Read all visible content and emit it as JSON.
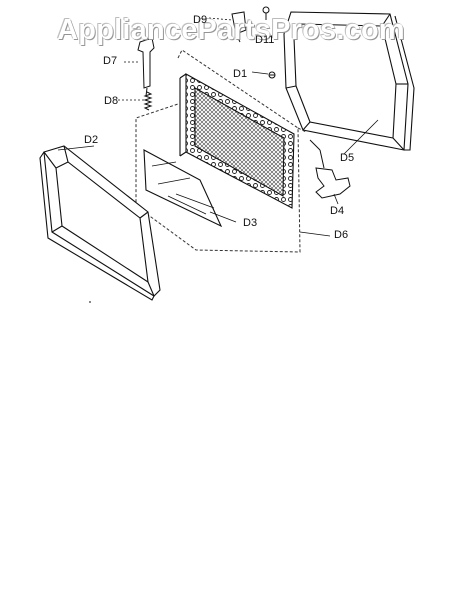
{
  "watermark": "AppliancePartsPros.com",
  "callouts": {
    "d1": "D1",
    "d2": "D2",
    "d3": "D3",
    "d4": "D4",
    "d5": "D5",
    "d6": "D6",
    "d7": "D7",
    "d8": "D8",
    "d9": "D9",
    "d11": "D11"
  },
  "colors": {
    "ink": "#111111",
    "watermark_outline": "#8a8a8a"
  }
}
